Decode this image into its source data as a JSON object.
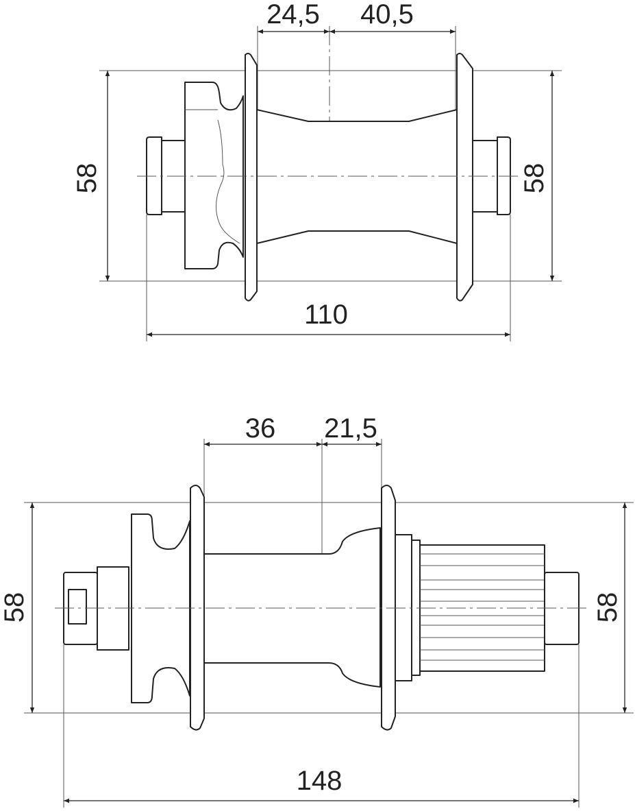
{
  "front_hub": {
    "dim_left_flange_offset": "24,5",
    "dim_right_flange_offset": "40,5",
    "dim_left_flange_diameter": "58",
    "dim_right_flange_diameter": "58",
    "dim_width": "110"
  },
  "rear_hub": {
    "dim_left_flange_offset": "36",
    "dim_right_flange_offset": "21,5",
    "dim_left_flange_diameter": "58",
    "dim_right_flange_diameter": "58",
    "dim_width": "148"
  },
  "colors": {
    "line": "#222222",
    "background": "#ffffff"
  }
}
